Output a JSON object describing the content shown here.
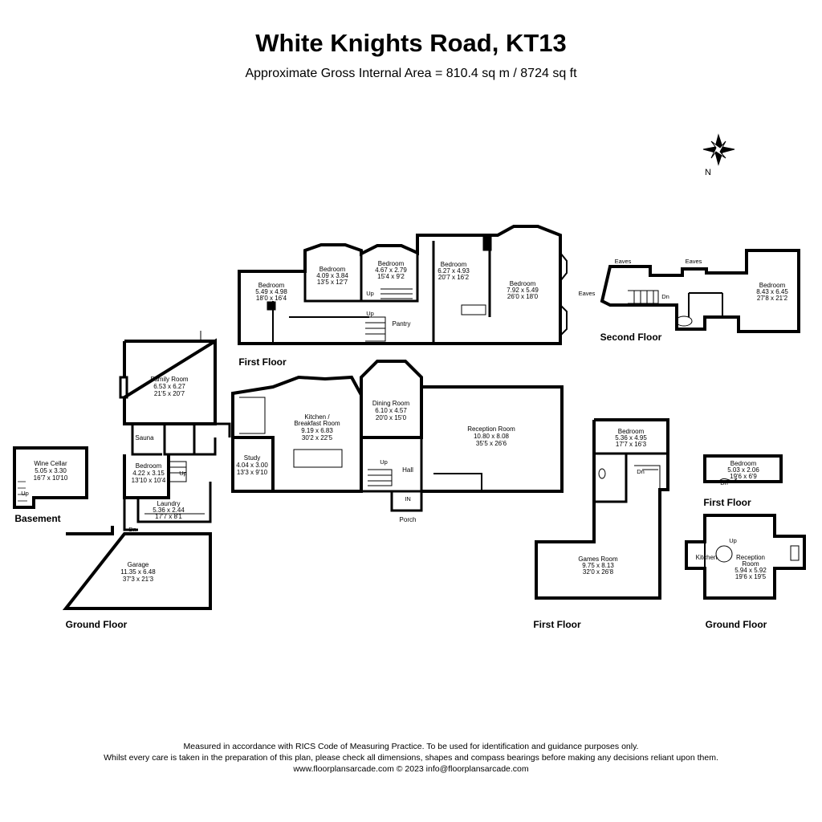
{
  "title": "White Knights Road, KT13",
  "subtitle": "Approximate Gross Internal Area = 810.4 sq m / 8724 sq ft",
  "compass_label": "N",
  "floor_labels": {
    "basement": "Basement",
    "ground_main": "Ground Floor",
    "first_main": "First Floor",
    "second": "Second Floor",
    "first_outbuilding": "First Floor",
    "first_annex": "First Floor",
    "ground_annex": "Ground Floor"
  },
  "rooms": {
    "wine_cellar": {
      "name": "Wine Cellar",
      "dim": "5.05 x 3.30",
      "imp": "16'7 x 10'10"
    },
    "family_room": {
      "name": "Family Room",
      "dim": "6.53 x 6.27",
      "imp": "21'5 x 20'7"
    },
    "sauna": {
      "name": "Sauna"
    },
    "ground_bedroom": {
      "name": "Bedroom",
      "dim": "4.22 x 3.15",
      "imp": "13'10 x 10'4"
    },
    "laundry": {
      "name": "Laundry",
      "dim": "5.36 x 2.44",
      "imp": "17'7 x 8'1"
    },
    "garage": {
      "name": "Garage",
      "dim": "11.35 x 6.48",
      "imp": "37'3 x 21'3"
    },
    "study": {
      "name": "Study",
      "dim": "4.04 x 3.00",
      "imp": "13'3 x 9'10"
    },
    "kitchen": {
      "name": "Kitchen /",
      "name2": "Breakfast Room",
      "dim": "9.19 x 6.83",
      "imp": "30'2 x 22'5"
    },
    "dining": {
      "name": "Dining Room",
      "dim": "6.10 x 4.57",
      "imp": "20'0 x 15'0"
    },
    "reception": {
      "name": "Reception Room",
      "dim": "10.80 x 8.08",
      "imp": "35'5 x 26'6"
    },
    "hall": {
      "name": "Hall"
    },
    "porch": {
      "name": "Porch"
    },
    "in": {
      "name": "IN"
    },
    "bed1": {
      "name": "Bedroom",
      "dim": "5.49 x 4.98",
      "imp": "18'0 x 16'4"
    },
    "bed2": {
      "name": "Bedroom",
      "dim": "4.09 x 3.84",
      "imp": "13'5 x 12'7"
    },
    "bed3": {
      "name": "Bedroom",
      "dim": "4.67 x 2.79",
      "imp": "15'4 x 9'2"
    },
    "bed4": {
      "name": "Bedroom",
      "dim": "6.27 x 4.93",
      "imp": "20'7 x 16'2"
    },
    "bed5": {
      "name": "Bedroom",
      "dim": "7.92 x 5.49",
      "imp": "26'0 x 18'0"
    },
    "pantry": {
      "name": "Pantry"
    },
    "second_bed": {
      "name": "Bedroom",
      "dim": "8.43 x 6.45",
      "imp": "27'8 x 21'2"
    },
    "eaves": {
      "name": "Eaves"
    },
    "out_bed": {
      "name": "Bedroom",
      "dim": "5.36 x 4.95",
      "imp": "17'7 x 16'3"
    },
    "games": {
      "name": "Games Room",
      "dim": "9.75 x 8.13",
      "imp": "32'0 x 26'8"
    },
    "annex_bed": {
      "name": "Bedroom",
      "dim": "5.03 x 2.06",
      "imp": "19'6 x 6'9"
    },
    "annex_kitchen": {
      "name": "Kitchen"
    },
    "annex_reception": {
      "name": "Reception",
      "name2": "Room",
      "dim": "5.94 x 5.92",
      "imp": "19'6 x 19'5"
    }
  },
  "stair_labels": {
    "up": "Up",
    "dn": "Dn"
  },
  "footer": {
    "line1": "Measured in accordance with RICS Code of Measuring Practice. To be used for identification and guidance purposes only.",
    "line2": "Whilst every care is taken in the preparation of this plan, please check all dimensions, shapes and compass bearings before making any decisions reliant upon them.",
    "line3": "www.floorplansarcade.com © 2023 info@floorplansarcade.com"
  }
}
